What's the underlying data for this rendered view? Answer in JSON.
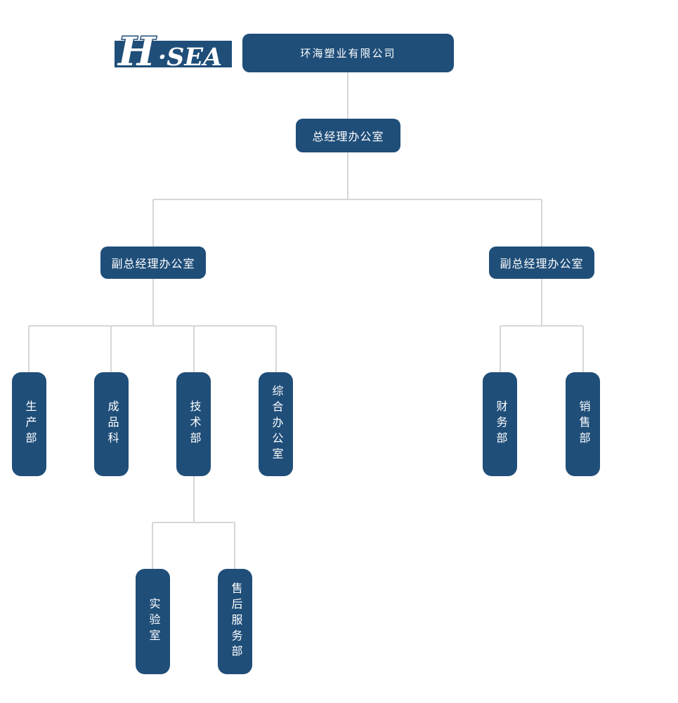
{
  "logo": {
    "text": "H·SEA",
    "first_letter": "H",
    "rest": "·SEA"
  },
  "colors": {
    "node_fill": "#1f4e79",
    "node_text": "#ffffff",
    "line": "#d6d6d6",
    "bg": "#ffffff"
  },
  "org_chart": {
    "nodes": {
      "company": {
        "label": "环海塑业有限公司",
        "level": 1
      },
      "gm_office": {
        "label": "总经理办公室",
        "level": 2
      },
      "deputy_left": {
        "label": "副总经理办公室",
        "level": 3
      },
      "deputy_right": {
        "label": "副总经理办公室",
        "level": 3
      },
      "production": {
        "label": "生产部",
        "level": 4,
        "parent": "deputy_left"
      },
      "finished_products": {
        "label": "成品科",
        "level": 4,
        "parent": "deputy_left"
      },
      "technology": {
        "label": "技术部",
        "level": 4,
        "parent": "deputy_left"
      },
      "general_office": {
        "label": "综合办公室",
        "level": 4,
        "parent": "deputy_left"
      },
      "finance": {
        "label": "财务部",
        "level": 4,
        "parent": "deputy_right"
      },
      "sales": {
        "label": "销售部",
        "level": 4,
        "parent": "deputy_right"
      },
      "laboratory": {
        "label": "实验室",
        "level": 5,
        "parent": "technology"
      },
      "after_sales": {
        "label": "售后服务部",
        "level": 5,
        "parent": "technology"
      }
    }
  }
}
